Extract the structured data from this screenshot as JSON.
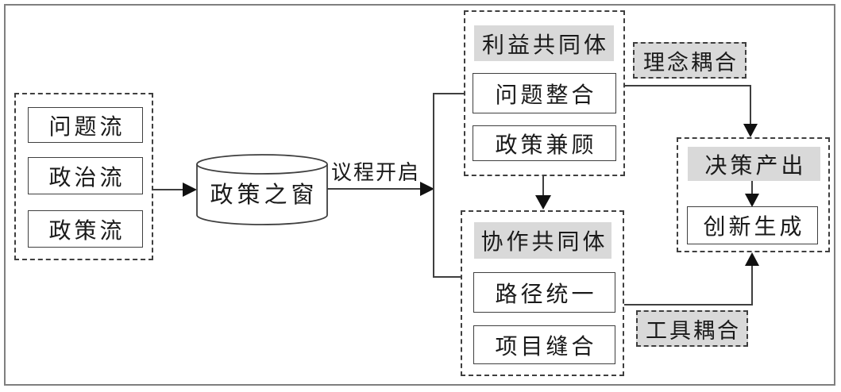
{
  "colors": {
    "node_fill": "#ffffff",
    "label_fill": "#d9d9d9",
    "line": "#3f3f3f",
    "frame": "#7f7f7f"
  },
  "streams": {
    "items": [
      "问题流",
      "政治流",
      "政策流"
    ]
  },
  "policy_window": {
    "label": "政策之窗"
  },
  "agenda": {
    "label": "议程开启"
  },
  "interest": {
    "title": "利益共同体",
    "items": [
      "问题整合",
      "政策兼顾"
    ]
  },
  "collaboration": {
    "title": "协作共同体",
    "items": [
      "路径统一",
      "项目缝合"
    ]
  },
  "decision": {
    "title": "决策产出",
    "items": [
      "创新生成"
    ]
  },
  "couplings": {
    "idea": "理念耦合",
    "tool": "工具耦合"
  }
}
